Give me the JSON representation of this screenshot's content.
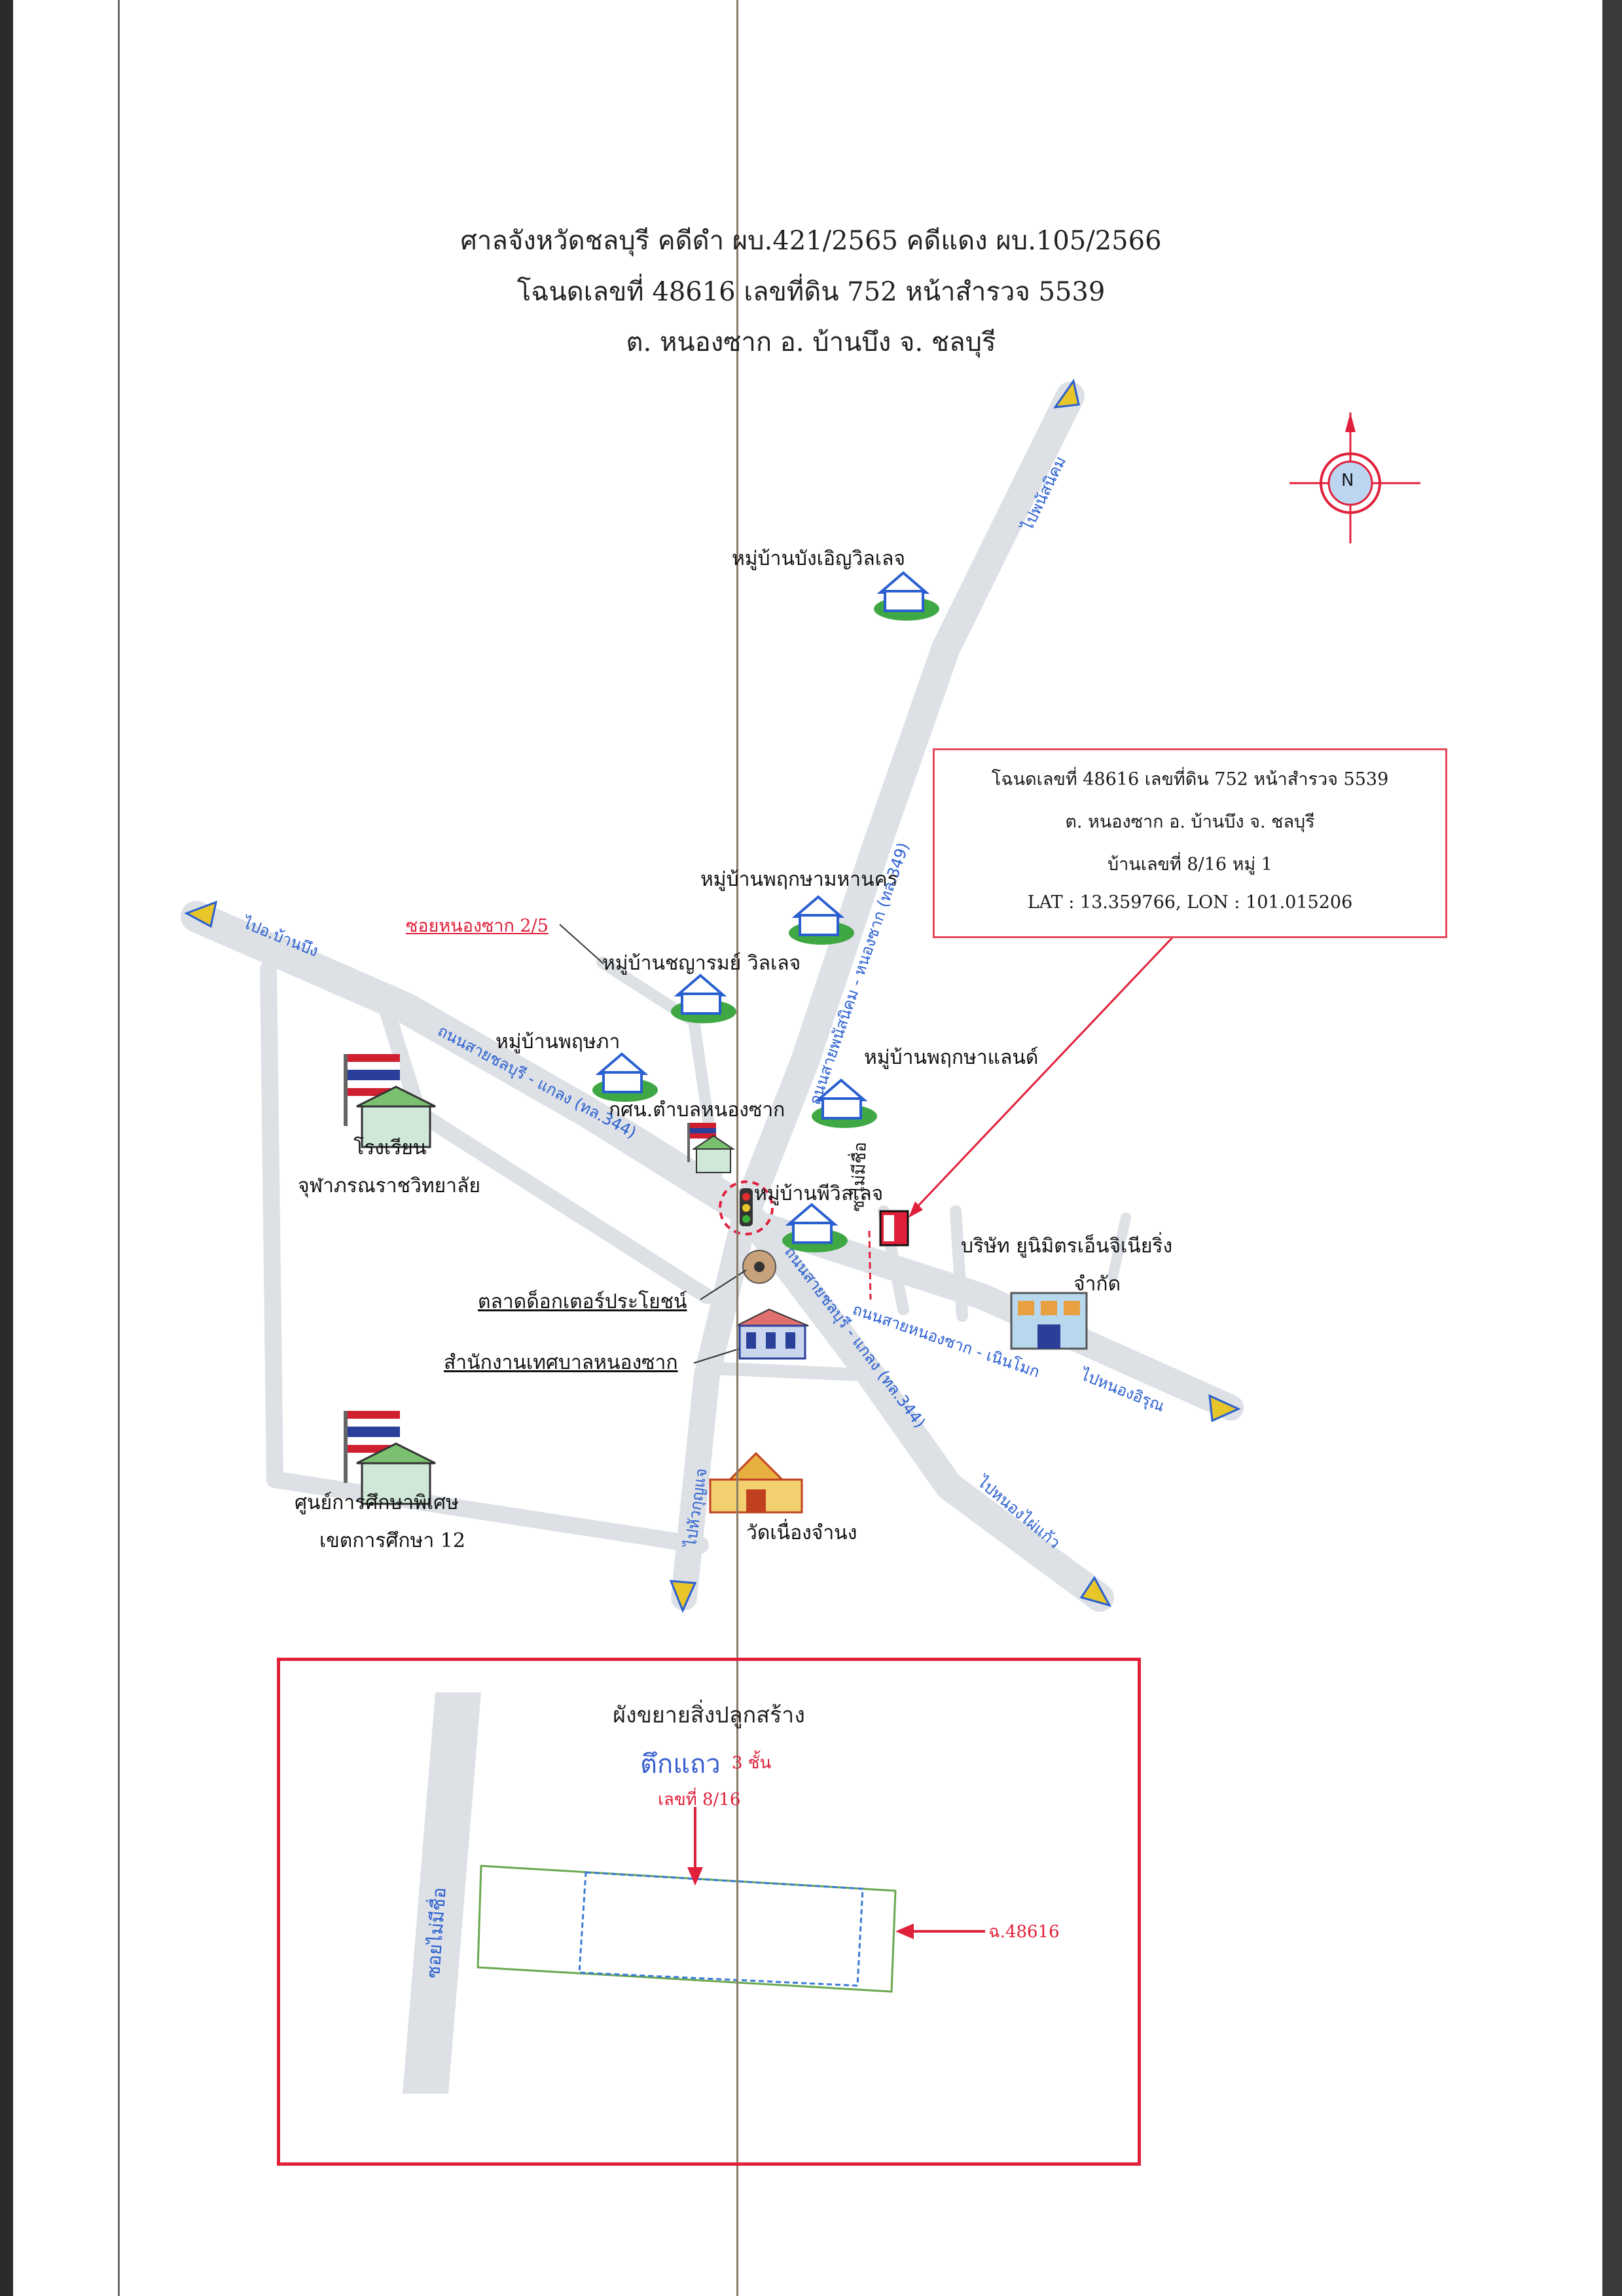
{
  "header": {
    "line1": "ศาลจังหวัดชลบุรี คดีดำ ผบ.421/2565 คดีแดง ผบ.105/2566",
    "line2": "โฉนดเลขที่ 48616 เลขที่ดิน 752 หน้าสำรวจ 5539",
    "line3": "ต. หนองซาก อ. บ้านบึง จ. ชลบุรี"
  },
  "compass": {
    "letter": "N"
  },
  "info_box": {
    "line1": "โฉนดเลขที่ 48616 เลขที่ดิน 752 หน้าสำรวจ 5539",
    "line2": "ต. หนองซาก อ. บ้านบึง จ. ชลบุรี",
    "line3": "บ้านเลขที่ 8/16 หมู่ 1",
    "line4": "LAT : 13.359766, LON : 101.015206"
  },
  "places": {
    "bang_oen": "หมู่บ้านบังเอิญวิลเลจ",
    "pruksa_mahanakhon": "หมู่บ้านพฤกษามหานคร",
    "chayaram": "หมู่บ้านชญารมย์ วิลเลจ",
    "pruksapha": "หมู่บ้านพฤษภา",
    "pruksa_land": "หมู่บ้านพฤกษาแลนด์",
    "kasn": "กศน.ตำบลหนองซาก",
    "p_village": "หมู่บ้านพีวิลเลจ",
    "school_1": "โรงเรียน",
    "school_2": "จุฬาภรณราชวิทยาลัย",
    "company_1": "บริษัท ยูนิมิตรเอ็นจิเนียริ่ง",
    "company_2": "จำกัด",
    "market": "ตลาดด็อกเตอร์ประโยชน์",
    "municipal": "สำนักงานเทศบาลหนองซาก",
    "special_edu_1": "ศูนย์การศึกษาพิเศษ",
    "special_edu_2": "เขตการศึกษา 12",
    "temple": "วัดเนื่องจำนง",
    "soi_label": "ซอยหนองซาก 2/5",
    "soi_mai_mi_chue": "ซ.ไม่มีชื่อ"
  },
  "roads": {
    "to_ban_bueng": "ไปอ.บ้านบึง",
    "road_344_upper": "ถนนสายชลบุรี - แกลง (ทล.344)",
    "road_349": "ถนนสายพนัสนิคม - หนองซาก (ทล.349)",
    "to_phanat": "ไปพนัสนิคม",
    "road_344_lower": "ถนนสายชลบุรี - แกลง (ทล.344)",
    "road_nongsak": "ถนนสายหนองซาก - เนินโมก",
    "to_nong_irun": "ไปหนองอิรุณ",
    "to_hua_kunjae": "ไปหัวกุญแจ",
    "to_nong_phai": "ไปหนองไผ่แก้ว"
  },
  "plan": {
    "title": "ผังขยายสิ่งปลูกสร้าง",
    "building_type": "ตึกแถว",
    "floors": "3 ชั้น",
    "house_no": "เลขที่ 8/16",
    "deed": "ฉ.48616",
    "soi": "ซอยไม่มีชื่อ"
  },
  "colors": {
    "road": "#dde1e6",
    "border_red": "#e0203a",
    "road_text": "#2a5fd0",
    "arrow": "#e8c62a"
  }
}
